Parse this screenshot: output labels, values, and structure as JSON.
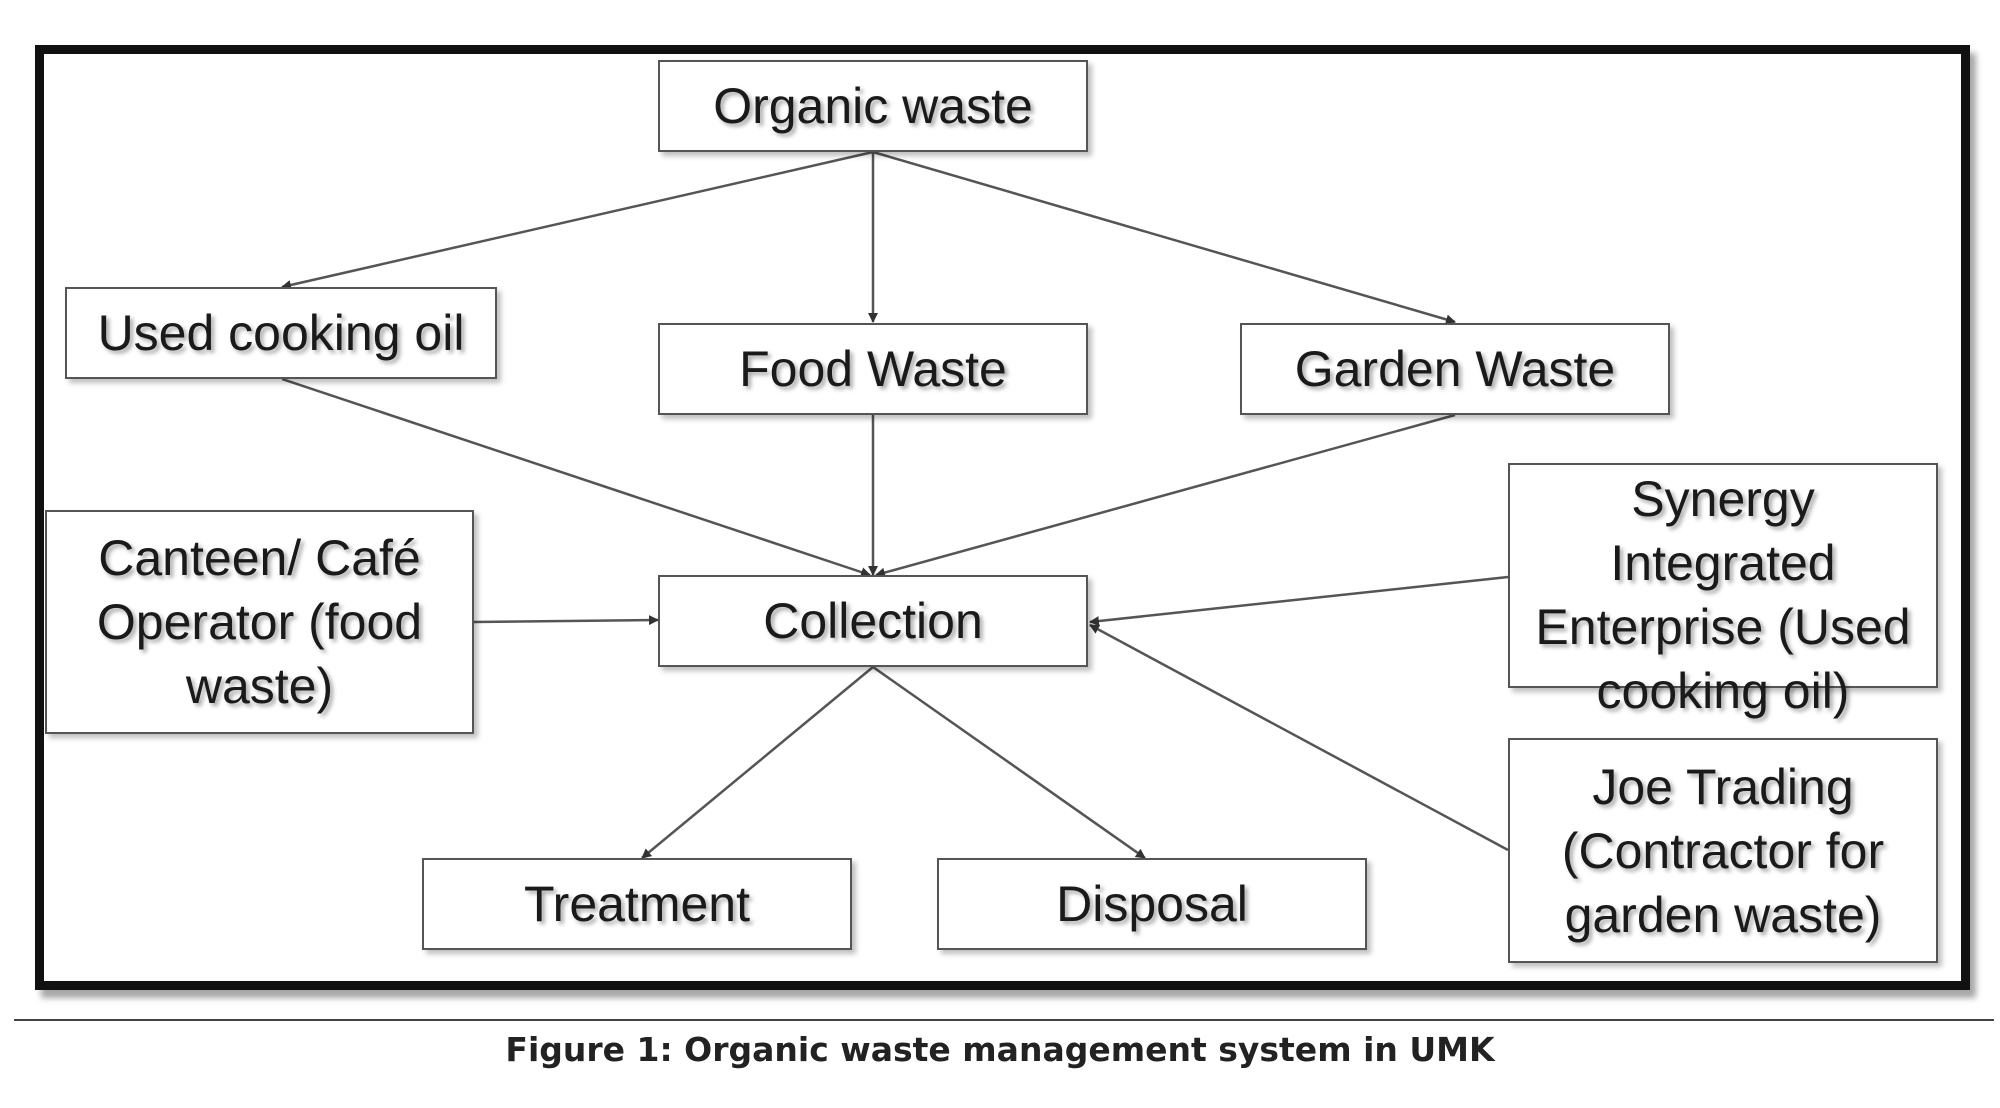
{
  "nodes": {
    "organic_waste": "Organic waste",
    "used_cooking_oil": "Used cooking oil",
    "food_waste": "Food Waste",
    "garden_waste": "Garden Waste",
    "canteen_operator": "Canteen/ Café\nOperator (food\nwaste)",
    "collection": "Collection",
    "synergy": "Synergy\nIntegrated\nEnterprise (Used\ncooking oil)",
    "joe_trading": "Joe Trading\n(Contractor for\ngarden waste)",
    "treatment": "Treatment",
    "disposal": "Disposal"
  },
  "caption": "Figure 1: Organic waste management system in UMK"
}
